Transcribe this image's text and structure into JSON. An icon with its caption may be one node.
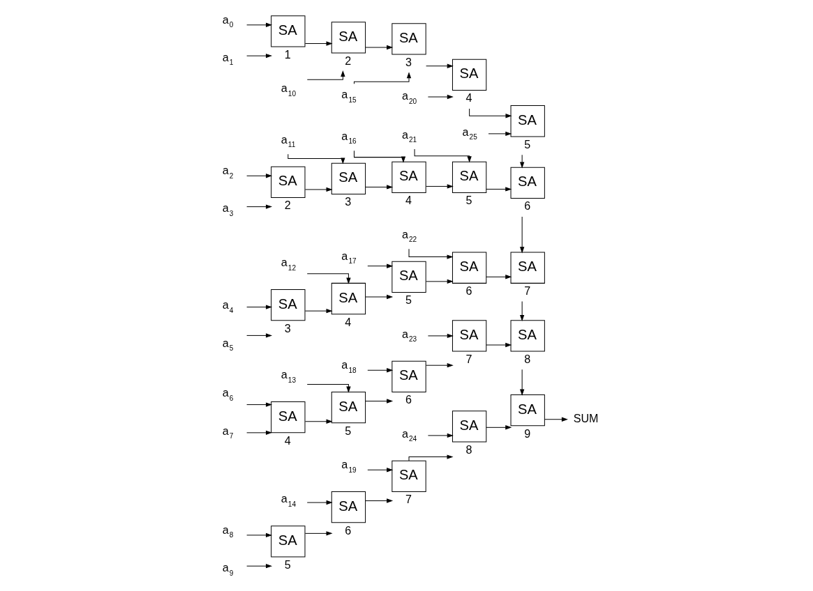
{
  "diagram": {
    "nodes": [
      {
        "text": [
          "a$_{0}$"
        ]
      },
      {
        "text": [
          "a$_{10}$"
        ]
      },
      {
        "text": [
          "a$_{15}$"
        ]
      },
      {
        "text": [
          "a$_{20}$"
        ]
      },
      {
        "text": [
          "a$_{25}$"
        ]
      },
      {
        "text": [
          "a$_{1}$"
        ]
      },
      {
        "text": [
          "SA"
        ],
        "beside": [
          "1"
        ]
      },
      {
        "text": [
          "SA"
        ],
        "beside": [
          "2"
        ]
      },
      {
        "text": [
          "SA"
        ],
        "beside": [
          "3"
        ]
      },
      {
        "text": [
          "SA"
        ],
        "beside": [
          "4"
        ]
      },
      {
        "text": [
          "SA"
        ],
        "beside": [
          "5"
        ]
      },
      {
        "text": [
          "a$_{2}$"
        ]
      },
      {
        "text": [
          "a$_{11}$"
        ]
      },
      {
        "text": [
          "a$_{16}$"
        ]
      },
      {
        "text": [
          "a$_{21}$"
        ]
      },
      {
        "text": [
          "a$_{3}$"
        ]
      },
      {
        "text": [
          "SA"
        ],
        "beside": [
          "2"
        ]
      },
      {
        "text": [
          "SA"
        ],
        "beside": [
          "3"
        ]
      },
      {
        "text": [
          "SA"
        ],
        "beside": [
          "4"
        ]
      },
      {
        "text": [
          "SA"
        ],
        "beside": [
          "5"
        ]
      },
      {
        "text": [
          "SA"
        ],
        "beside": [
          "6"
        ]
      },
      {
        "text": [
          "a$_{4}$"
        ]
      },
      {
        "text": [
          "a$_{12}$"
        ]
      },
      {
        "text": [
          "a$_{17}$"
        ]
      },
      {
        "text": [
          "a$_{22}$"
        ]
      },
      {
        "text": [
          "a$_{5}$"
        ]
      },
      {
        "text": [
          "SA"
        ],
        "beside": [
          "3"
        ]
      },
      {
        "text": [
          "SA"
        ],
        "beside": [
          "4"
        ]
      },
      {
        "text": [
          "SA"
        ],
        "beside": [
          "5"
        ]
      },
      {
        "text": [
          "SA"
        ],
        "beside": [
          "6"
        ]
      },
      {
        "text": [
          "SA"
        ],
        "beside": [
          "7"
        ]
      },
      {
        "text": [
          "a$_{6}$"
        ]
      },
      {
        "text": [
          "a$_{13}$"
        ]
      },
      {
        "text": [
          "a$_{18}$"
        ]
      },
      {
        "text": [
          "a$_{23}$"
        ]
      },
      {
        "text": [
          "a$_{7}$"
        ]
      },
      {
        "text": [
          "SA"
        ],
        "beside": [
          "4"
        ]
      },
      {
        "text": [
          "SA"
        ],
        "beside": [
          "5"
        ]
      },
      {
        "text": [
          "SA"
        ],
        "beside": [
          "6"
        ]
      },
      {
        "text": [
          "SA"
        ],
        "beside": [
          "7"
        ]
      },
      {
        "text": [
          "SA"
        ],
        "beside": [
          "8"
        ]
      },
      {
        "text": [
          "a$_{8}$"
        ]
      },
      {
        "text": [
          "a$_{14}$"
        ]
      },
      {
        "text": [
          "a$_{19}$"
        ]
      },
      {
        "text": [
          "a$_{24}$"
        ]
      },
      {
        "text": [
          "a$_{9}$"
        ]
      },
      {
        "text": [
          "SA"
        ],
        "beside": [
          "5"
        ]
      },
      {
        "text": [
          "SA"
        ],
        "beside": [
          "6"
        ]
      },
      {
        "text": [
          "SA"
        ],
        "beside": [
          "7"
        ]
      },
      {
        "text": [
          "SA"
        ],
        "beside": [
          "8"
        ]
      },
      {
        "text": [
          "SA"
        ],
        "beside": [
          "9"
        ]
      },
      {
        "text": [
          "SUM"
        ]
      }
    ],
    "edges": [
      {
        "from": 5,
        "to": 6,
        "arrow": "to"
      },
      {
        "from": 0,
        "to": 6,
        "arrow": "to"
      },
      {
        "from": 6,
        "to": 7,
        "arrow": "to"
      },
      {
        "from": 1,
        "to": 7,
        "arrow": "to"
      },
      {
        "from": 7,
        "to": 8,
        "arrow": "to"
      },
      {
        "from": 2,
        "to": 8,
        "arrow": "to"
      },
      {
        "from": 8,
        "to": 9,
        "arrow": "to"
      },
      {
        "from": 3,
        "to": 9,
        "arrow": "to"
      },
      {
        "from": 9,
        "to": 10,
        "arrow": "to"
      },
      {
        "from": 4,
        "to": 10,
        "arrow": "to"
      },
      {
        "from": 10,
        "to": 20,
        "arrow": "to"
      },
      {
        "from": 15,
        "to": 16,
        "arrow": "to"
      },
      {
        "from": 11,
        "to": 16,
        "arrow": "to"
      },
      {
        "from": 16,
        "to": 17,
        "arrow": "to"
      },
      {
        "from": 12,
        "to": 17,
        "arrow": "to"
      },
      {
        "from": 17,
        "to": 18,
        "arrow": "to"
      },
      {
        "from": 13,
        "to": 18,
        "arrow": "to"
      },
      {
        "from": 18,
        "to": 19,
        "arrow": "to"
      },
      {
        "from": 14,
        "to": 19,
        "arrow": "to"
      },
      {
        "from": 19,
        "to": 20,
        "arrow": "to"
      },
      {
        "from": 20,
        "to": 30,
        "arrow": "to"
      },
      {
        "from": 25,
        "to": 26,
        "arrow": "to"
      },
      {
        "from": 21,
        "to": 26,
        "arrow": "to"
      },
      {
        "from": 26,
        "to": 27,
        "arrow": "to"
      },
      {
        "from": 22,
        "to": 27,
        "arrow": "to"
      },
      {
        "from": 27,
        "to": 28,
        "arrow": "to"
      },
      {
        "from": 23,
        "to": 28,
        "arrow": "to"
      },
      {
        "from": 28,
        "to": 29,
        "arrow": "to"
      },
      {
        "from": 24,
        "to": 29,
        "arrow": "to"
      },
      {
        "from": 29,
        "to": 30,
        "arrow": "to"
      },
      {
        "from": 30,
        "to": 40,
        "arrow": "to"
      },
      {
        "from": 35,
        "to": 36,
        "arrow": "to"
      },
      {
        "from": 31,
        "to": 36,
        "arrow": "to"
      },
      {
        "from": 36,
        "to": 37,
        "arrow": "to"
      },
      {
        "from": 32,
        "to": 37,
        "arrow": "to"
      },
      {
        "from": 37,
        "to": 38,
        "arrow": "to"
      },
      {
        "from": 33,
        "to": 38,
        "arrow": "to"
      },
      {
        "from": 38,
        "to": 39,
        "arrow": "to"
      },
      {
        "from": 34,
        "to": 39,
        "arrow": "to"
      },
      {
        "from": 39,
        "to": 40,
        "arrow": "to"
      },
      {
        "from": 40,
        "to": 50,
        "arrow": "to"
      },
      {
        "from": 45,
        "to": 46,
        "arrow": "to"
      },
      {
        "from": 41,
        "to": 46,
        "arrow": "to"
      },
      {
        "from": 46,
        "to": 47,
        "arrow": "to"
      },
      {
        "from": 42,
        "to": 47,
        "arrow": "to"
      },
      {
        "from": 47,
        "to": 48,
        "arrow": "to"
      },
      {
        "from": 43,
        "to": 48,
        "arrow": "to"
      },
      {
        "from": 48,
        "to": 49,
        "arrow": "to"
      },
      {
        "from": 44,
        "to": 49,
        "arrow": "to"
      },
      {
        "from": 49,
        "to": 50,
        "arrow": "to"
      },
      {
        "from": 50,
        "to": 51,
        "arrow": "to"
      }
    ]
  }
}
